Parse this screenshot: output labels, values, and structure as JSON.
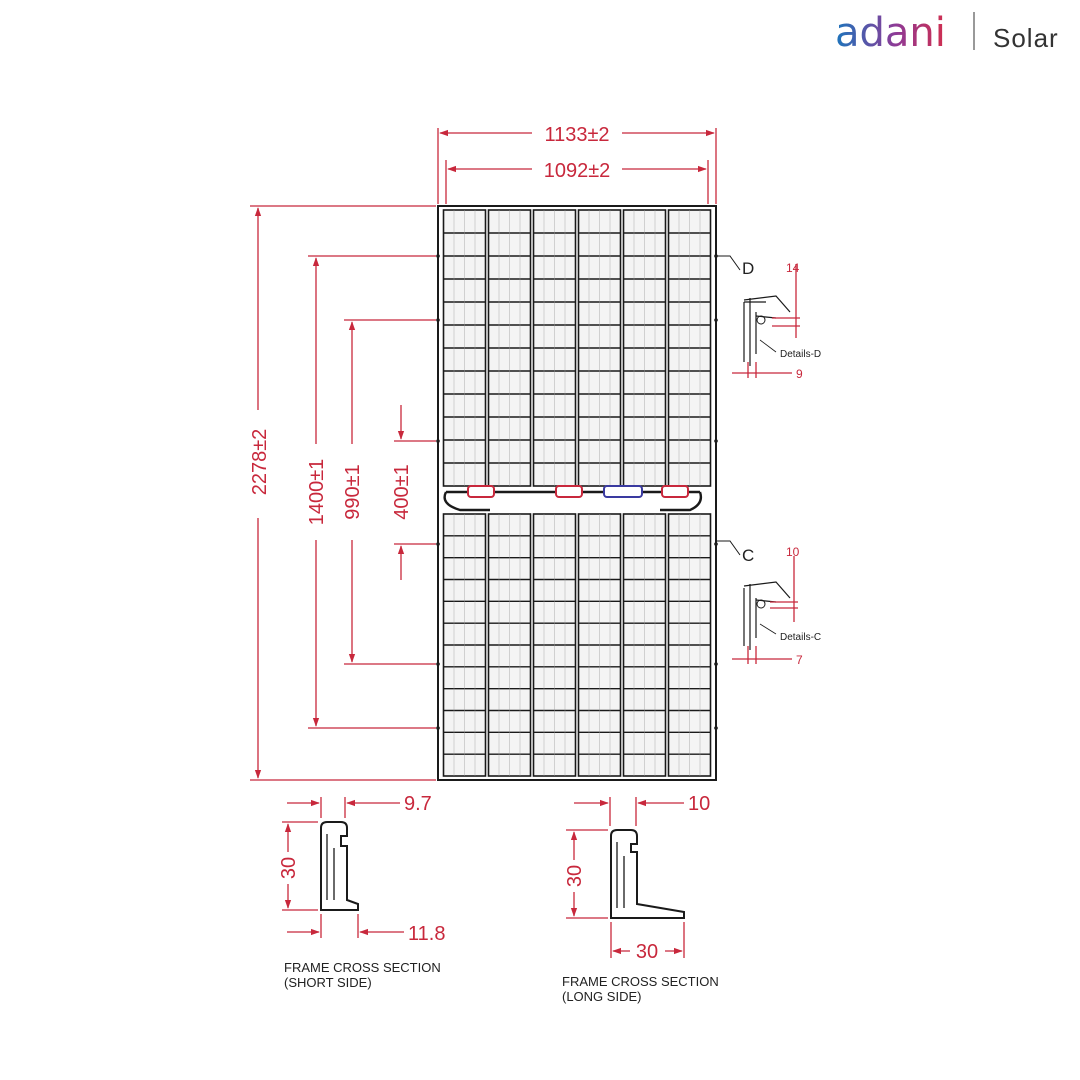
{
  "brand": {
    "name": "adani",
    "division": "Solar",
    "colors": {
      "gradient_start": "#1c75bc",
      "gradient_mid": "#8e3a96",
      "gradient_end": "#d02e4f"
    }
  },
  "panel": {
    "columns": 6,
    "rows_per_half": 12,
    "frame_color": "#1a1a1a",
    "dimension_color": "#c8283c"
  },
  "dimensions": {
    "overall_width": "1133±2",
    "mounting_width": "1092±2",
    "overall_length": "2278±2",
    "hole_spacing_1": "1400±1",
    "hole_spacing_2": "990±1",
    "hole_spacing_3": "400±1"
  },
  "details": {
    "D": {
      "letter": "D",
      "label": "Details-D",
      "height": "14",
      "width": "9"
    },
    "C": {
      "letter": "C",
      "label": "Details-C",
      "height": "10",
      "width": "7"
    }
  },
  "cross_sections": {
    "short": {
      "top": "9.7",
      "height": "30",
      "bottom": "11.8",
      "title_line1": "FRAME CROSS SECTION",
      "title_line2": "(SHORT SIDE)"
    },
    "long": {
      "top": "10",
      "height": "30",
      "bottom": "30",
      "title_line1": "FRAME CROSS SECTION",
      "title_line2": "(LONG SIDE)"
    }
  }
}
